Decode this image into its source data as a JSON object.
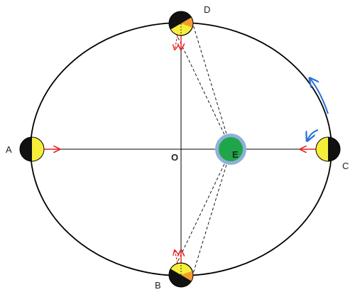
{
  "labels": {
    "A": "A",
    "B": "B",
    "C": "C",
    "D": "D",
    "O": "O",
    "E": "E"
  },
  "colors": {
    "orbit": "#000000",
    "axis": "#000000",
    "sun_dark": "#111111",
    "sun_lit": "#f7ee3a",
    "wedge": "#f39c2c",
    "earth_fill": "#1fa64a",
    "earth_ring": "#8fb1d6",
    "red_arrow": "#e02020",
    "blue_arrow": "#2a6fd6",
    "dashed": "#000000"
  },
  "icons": {
    "sun_at_A": "half-lit-disc-icon",
    "sun_at_B": "half-lit-disc-icon",
    "sun_at_C": "half-lit-disc-icon",
    "sun_at_D": "half-lit-disc-icon",
    "earth": "earth-disc-icon",
    "orbit_direction": "curved-arrow-icon"
  }
}
